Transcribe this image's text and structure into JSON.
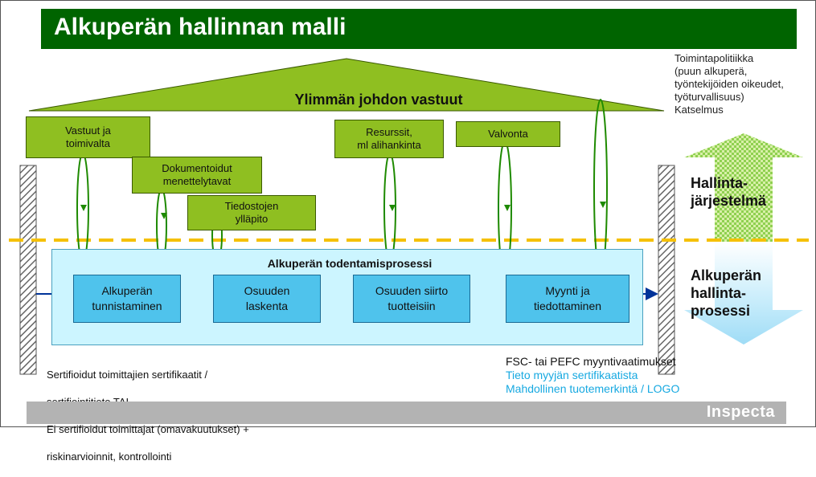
{
  "title": "Alkuperän hallinnan malli",
  "roof_label": "Ylimmän johdon vastuut",
  "policy_text": "Toimintapolitiikka\n(puun alkuperä,\ntyöntekijöiden oikeudet,\ntyöturvallisuus)\nKatselmus",
  "green_boxes": {
    "vastuut": "Vastuut ja\ntoimivalta",
    "dokumentoidut": "Dokumentoidut\nmenettelytavat",
    "tiedostojen": "Tiedostojen\nylläpito",
    "resurssit": "Resurssit,\nml alihankinta",
    "valvonta": "Valvonta"
  },
  "process": {
    "title": "Alkuperän todentamisprosessi",
    "steps": [
      "Alkuperän\ntunnistaminen",
      "Osuuden\nlaskenta",
      "Osuuden siirto\ntuotteisiin",
      "Myynti ja\ntiedottaminen"
    ]
  },
  "side_labels": {
    "management_system": "Hallinta-\njärjestelmä",
    "origin_process": "Alkuperän\nhallinta-\nprosessi"
  },
  "bottom_left": [
    "Sertifioidut toimittajien sertifikaatit /",
    "sertifiointitieto TAI",
    "Ei sertifioidut toimittajat (omavakuutukset) +",
    "riskinarvioinnit, kontrollointi"
  ],
  "bottom_right": [
    "FSC- tai PEFC myyntivaatimukset",
    "Tieto myyjän sertifikaatista",
    "Mahdollinen tuotemerkintä / LOGO"
  ],
  "logo": "Inspecta",
  "colors": {
    "title_bg": "#006400",
    "green_box": "#8fbf21",
    "process_area": "#ccf5ff",
    "process_box": "#4fc3ec",
    "dashed_line": "#f5c000",
    "arrow_blue": "#003399",
    "highlight_text": "#17a9e1",
    "footer": "#b3b3b3"
  }
}
